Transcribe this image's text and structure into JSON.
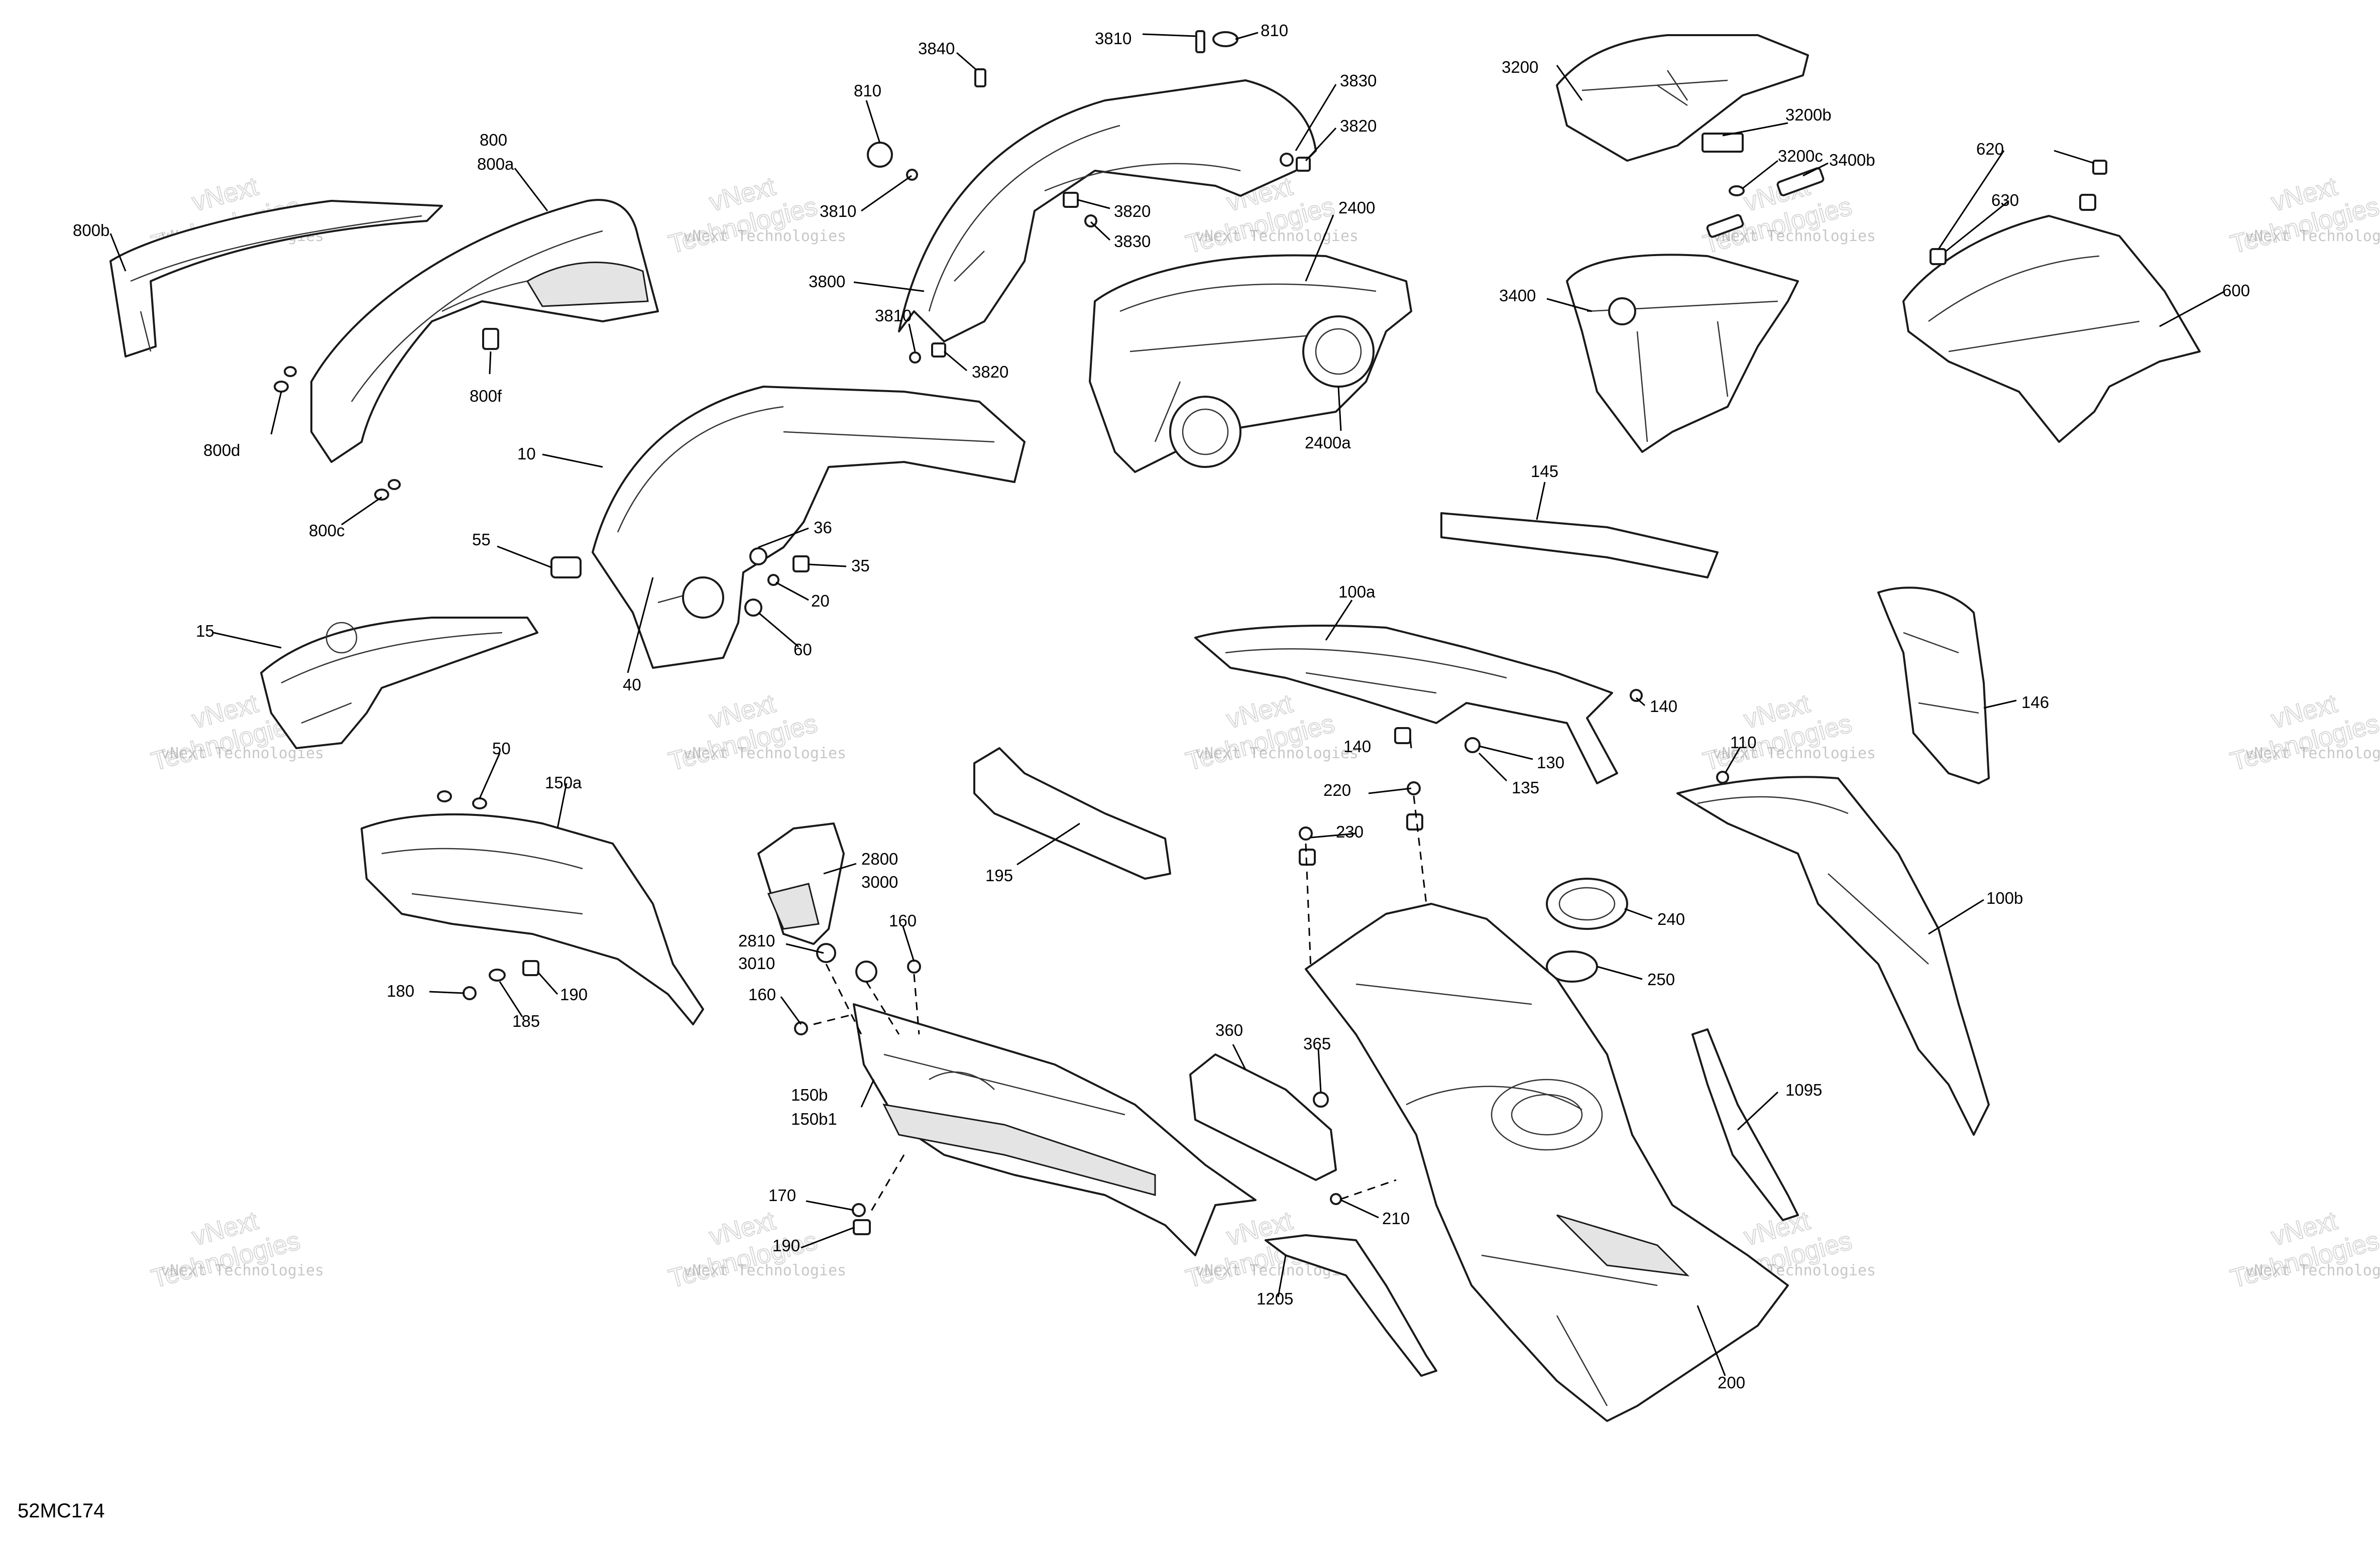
{
  "diagram_code": "52MC174",
  "watermark": {
    "line1": "vNext Technologies",
    "line2": "vNext",
    "line3": "Technologies"
  },
  "callouts": [
    {
      "id": "c-3810a",
      "text": "3810"
    },
    {
      "id": "c-810a",
      "text": "810"
    },
    {
      "id": "c-3840",
      "text": "3840"
    },
    {
      "id": "c-810b",
      "text": "810"
    },
    {
      "id": "c-3830a",
      "text": "3830"
    },
    {
      "id": "c-3820a",
      "text": "3820"
    },
    {
      "id": "c-3810b",
      "text": "3810"
    },
    {
      "id": "c-3820b",
      "text": "3820"
    },
    {
      "id": "c-3830b",
      "text": "3830"
    },
    {
      "id": "c-3800",
      "text": "3800"
    },
    {
      "id": "c-3810c",
      "text": "3810"
    },
    {
      "id": "c-3820c",
      "text": "3820"
    },
    {
      "id": "c-800",
      "text": "800"
    },
    {
      "id": "c-800a",
      "text": "800a"
    },
    {
      "id": "c-800b",
      "text": "800b"
    },
    {
      "id": "c-800f",
      "text": "800f"
    },
    {
      "id": "c-800d",
      "text": "800d"
    },
    {
      "id": "c-800c",
      "text": "800c"
    },
    {
      "id": "c-2400",
      "text": "2400"
    },
    {
      "id": "c-2400a",
      "text": "2400a"
    },
    {
      "id": "c-3200",
      "text": "3200"
    },
    {
      "id": "c-3200b",
      "text": "3200b"
    },
    {
      "id": "c-3200c",
      "text": "3200c"
    },
    {
      "id": "c-3400b",
      "text": "3400b"
    },
    {
      "id": "c-3400",
      "text": "3400"
    },
    {
      "id": "c-620",
      "text": "620"
    },
    {
      "id": "c-630",
      "text": "630"
    },
    {
      "id": "c-600",
      "text": "600"
    },
    {
      "id": "c-10",
      "text": "10"
    },
    {
      "id": "c-55",
      "text": "55"
    },
    {
      "id": "c-36",
      "text": "36"
    },
    {
      "id": "c-35",
      "text": "35"
    },
    {
      "id": "c-20",
      "text": "20"
    },
    {
      "id": "c-60",
      "text": "60"
    },
    {
      "id": "c-40",
      "text": "40"
    },
    {
      "id": "c-15",
      "text": "15"
    },
    {
      "id": "c-145",
      "text": "145"
    },
    {
      "id": "c-100a",
      "text": "100a"
    },
    {
      "id": "c-140a",
      "text": "140"
    },
    {
      "id": "c-140b",
      "text": "140"
    },
    {
      "id": "c-130",
      "text": "130"
    },
    {
      "id": "c-135",
      "text": "135"
    },
    {
      "id": "c-146",
      "text": "146"
    },
    {
      "id": "c-110",
      "text": "110"
    },
    {
      "id": "c-100b",
      "text": "100b"
    },
    {
      "id": "c-50",
      "text": "50"
    },
    {
      "id": "c-150a",
      "text": "150a"
    },
    {
      "id": "c-180",
      "text": "180"
    },
    {
      "id": "c-185",
      "text": "185"
    },
    {
      "id": "c-190a",
      "text": "190"
    },
    {
      "id": "c-2800",
      "text": "2800"
    },
    {
      "id": "c-3000",
      "text": "3000"
    },
    {
      "id": "c-2810",
      "text": "2810"
    },
    {
      "id": "c-3010",
      "text": "3010"
    },
    {
      "id": "c-160a",
      "text": "160"
    },
    {
      "id": "c-160b",
      "text": "160"
    },
    {
      "id": "c-195",
      "text": "195"
    },
    {
      "id": "c-220",
      "text": "220"
    },
    {
      "id": "c-230",
      "text": "230"
    },
    {
      "id": "c-240",
      "text": "240"
    },
    {
      "id": "c-250",
      "text": "250"
    },
    {
      "id": "c-150b",
      "text": "150b"
    },
    {
      "id": "c-150b1",
      "text": "150b1"
    },
    {
      "id": "c-360",
      "text": "360"
    },
    {
      "id": "c-365",
      "text": "365"
    },
    {
      "id": "c-1095",
      "text": "1095"
    },
    {
      "id": "c-170",
      "text": "170"
    },
    {
      "id": "c-190b",
      "text": "190"
    },
    {
      "id": "c-210",
      "text": "210"
    },
    {
      "id": "c-1205",
      "text": "1205"
    },
    {
      "id": "c-200",
      "text": "200"
    }
  ]
}
